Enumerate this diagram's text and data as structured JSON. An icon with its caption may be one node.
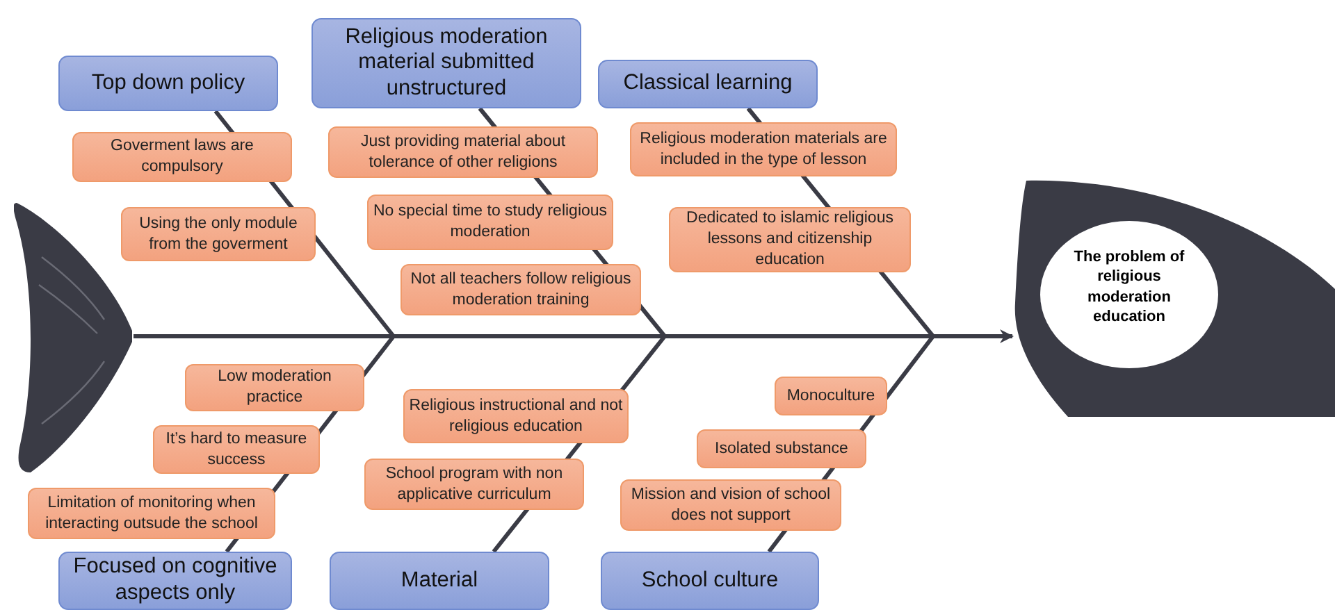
{
  "diagram": {
    "nodes": [
      {
        "text": [
          "Top down policy"
        ]
      },
      {
        "text": [
          "Religious moderation material submitted unstructured"
        ]
      },
      {
        "text": [
          "Classical learning"
        ]
      },
      {
        "text": [
          "Focused on cognitive aspects only"
        ]
      },
      {
        "text": [
          "Material"
        ]
      },
      {
        "text": [
          "School culture"
        ]
      },
      {
        "text": [
          "Goverment laws are compulsory"
        ]
      },
      {
        "text": [
          "Using the only module from the goverment"
        ]
      },
      {
        "text": [
          "Just providing material about tolerance of other religions"
        ]
      },
      {
        "text": [
          "No special time to study religious moderation"
        ]
      },
      {
        "text": [
          "Not all teachers follow religious moderation training"
        ]
      },
      {
        "text": [
          "Religious moderation materials are included in the type of lesson"
        ]
      },
      {
        "text": [
          "Dedicated to islamic religious lessons and citizenship education"
        ]
      },
      {
        "text": [
          "Low moderation practice"
        ]
      },
      {
        "text": [
          "It’s hard to measure success"
        ]
      },
      {
        "text": [
          "Limitation of monitoring when interacting outsude the school"
        ]
      },
      {
        "text": [
          "Religious instructional and not religious education"
        ]
      },
      {
        "text": [
          "School program with non applicative curriculum"
        ]
      },
      {
        "text": [
          "Monoculture"
        ]
      },
      {
        "text": [
          "Isolated substance"
        ]
      },
      {
        "text": [
          "Mission and vision of school does not support"
        ]
      },
      {
        "text": [
          "The problem of religious moderation education"
        ]
      },
      {
        "text": [],
        "shape": "fin"
      }
    ],
    "edges": [
      {
        "from": 22,
        "to": 21,
        "arrow": "to"
      },
      {
        "from": 0,
        "to": null,
        "arrow": "none"
      },
      {
        "from": 1,
        "to": null,
        "arrow": "none"
      },
      {
        "from": 2,
        "to": null,
        "arrow": "none"
      },
      {
        "from": 3,
        "to": null,
        "arrow": "none"
      },
      {
        "from": 4,
        "to": null,
        "arrow": "none"
      },
      {
        "from": 5,
        "to": null,
        "arrow": "none"
      }
    ]
  }
}
